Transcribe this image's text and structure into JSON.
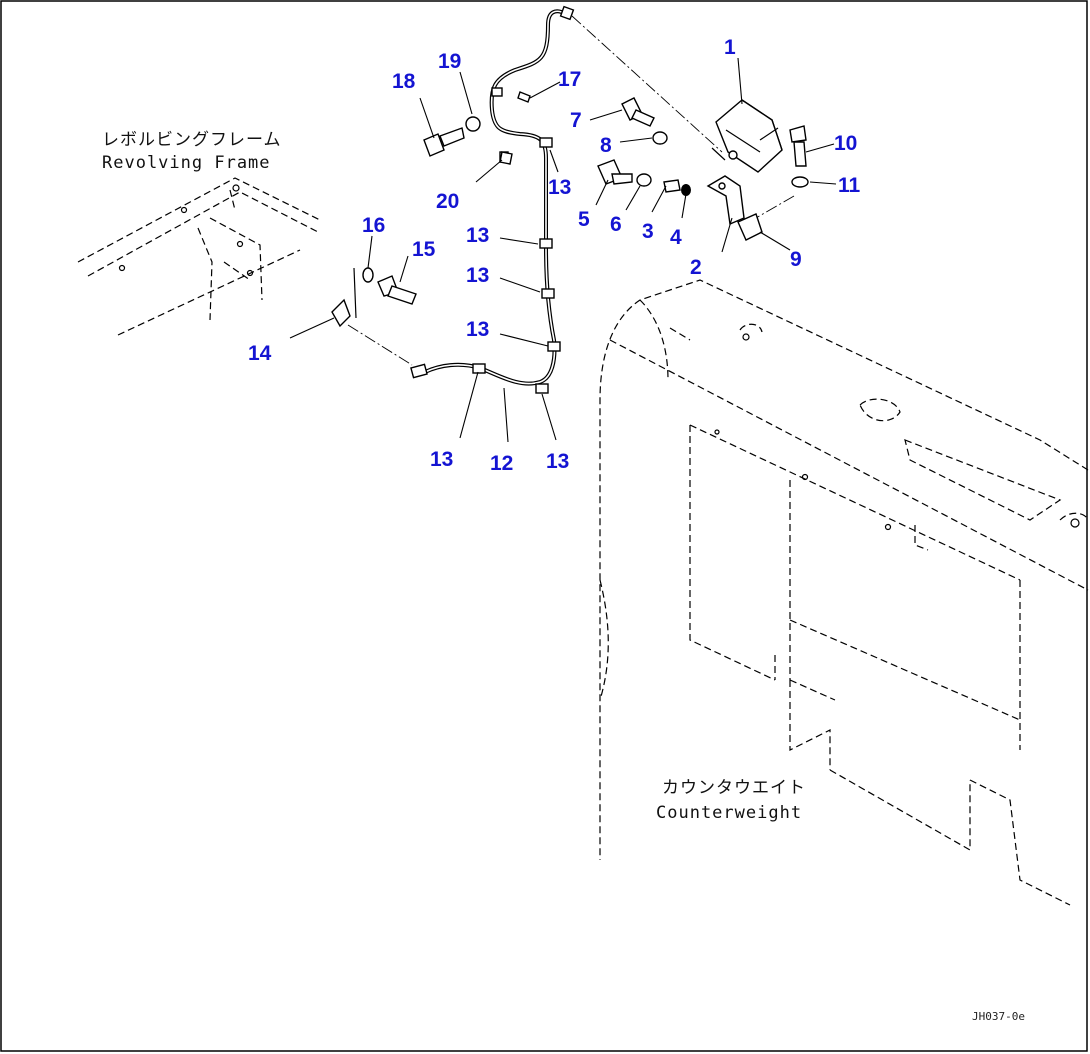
{
  "captions": {
    "revolving_frame_jp": "レボルビングフレーム",
    "revolving_frame_en": "Revolving Frame",
    "counterweight_jp": "カウンタウエイト",
    "counterweight_en": "Counterweight"
  },
  "drawing_code": "JH037-0e",
  "callouts": {
    "c1": "1",
    "c2": "2",
    "c3": "3",
    "c4": "4",
    "c5": "5",
    "c6": "6",
    "c7": "7",
    "c8": "8",
    "c9": "9",
    "c10": "10",
    "c11": "11",
    "c12": "12",
    "c13a": "13",
    "c13b": "13",
    "c13c": "13",
    "c13d": "13",
    "c13e": "13",
    "c13f": "13",
    "c14": "14",
    "c15": "15",
    "c16": "16",
    "c17": "17",
    "c18": "18",
    "c19": "19",
    "c20": "20"
  },
  "colors": {
    "callout": "#1414d2",
    "line": "#000000",
    "background": "#ffffff"
  }
}
